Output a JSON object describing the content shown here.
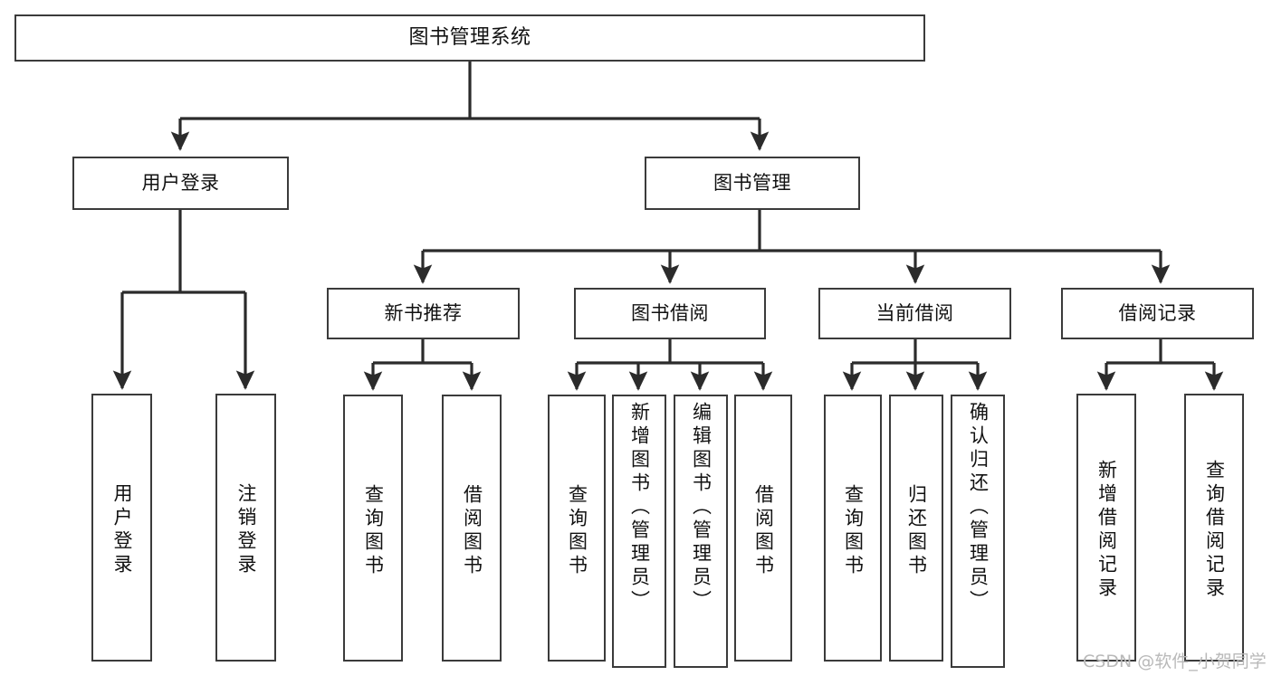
{
  "diagram": {
    "title": "图书管理系统",
    "type": "tree",
    "colors": {
      "background": "#ffffff",
      "node_border": "#3b3b3b",
      "node_fill": "#ffffff",
      "edge": "#2b2b2b",
      "text": "#111111",
      "watermark": "#b9b9b9"
    },
    "nodes": {
      "root": {
        "label": "图书管理系统",
        "orientation": "horizontal"
      },
      "level2": [
        {
          "id": "user-login",
          "label": "用户登录",
          "orientation": "horizontal"
        },
        {
          "id": "book-manage",
          "label": "图书管理",
          "orientation": "horizontal"
        }
      ],
      "level3": [
        {
          "id": "new-book-recommend",
          "label": "新书推荐",
          "orientation": "horizontal"
        },
        {
          "id": "book-borrow",
          "label": "图书借阅",
          "orientation": "horizontal"
        },
        {
          "id": "current-borrow",
          "label": "当前借阅",
          "orientation": "horizontal"
        },
        {
          "id": "borrow-record",
          "label": "借阅记录",
          "orientation": "horizontal"
        }
      ],
      "leaves": {
        "user-login": [
          {
            "id": "leaf-user-login",
            "label": "用户登录",
            "orientation": "vertical"
          },
          {
            "id": "leaf-logout-login",
            "label": "注销登录",
            "orientation": "vertical"
          }
        ],
        "new-book-recommend": [
          {
            "id": "leaf-query-book-1",
            "label": "查询图书",
            "orientation": "vertical"
          },
          {
            "id": "leaf-borrow-book-1",
            "label": "借阅图书",
            "orientation": "vertical"
          }
        ],
        "book-borrow": [
          {
            "id": "leaf-query-book-2",
            "label": "查询图书",
            "orientation": "vertical"
          },
          {
            "id": "leaf-add-book-admin",
            "label": "新增图书（管理员）",
            "orientation": "vertical"
          },
          {
            "id": "leaf-edit-book-admin",
            "label": "编辑图书（管理员）",
            "orientation": "vertical"
          },
          {
            "id": "leaf-borrow-book-2",
            "label": "借阅图书",
            "orientation": "vertical"
          }
        ],
        "current-borrow": [
          {
            "id": "leaf-query-book-3",
            "label": "查询图书",
            "orientation": "vertical"
          },
          {
            "id": "leaf-return-book",
            "label": "归还图书",
            "orientation": "vertical"
          },
          {
            "id": "leaf-confirm-return-admin",
            "label": "确认归还（管理员）",
            "orientation": "vertical"
          }
        ],
        "borrow-record": [
          {
            "id": "leaf-add-borrow-record",
            "label": "新增借阅记录",
            "orientation": "vertical"
          },
          {
            "id": "leaf-query-borrow-record",
            "label": "查询借阅记录",
            "orientation": "vertical"
          }
        ]
      }
    },
    "watermark": "CSDN @软件_小贺同学"
  }
}
